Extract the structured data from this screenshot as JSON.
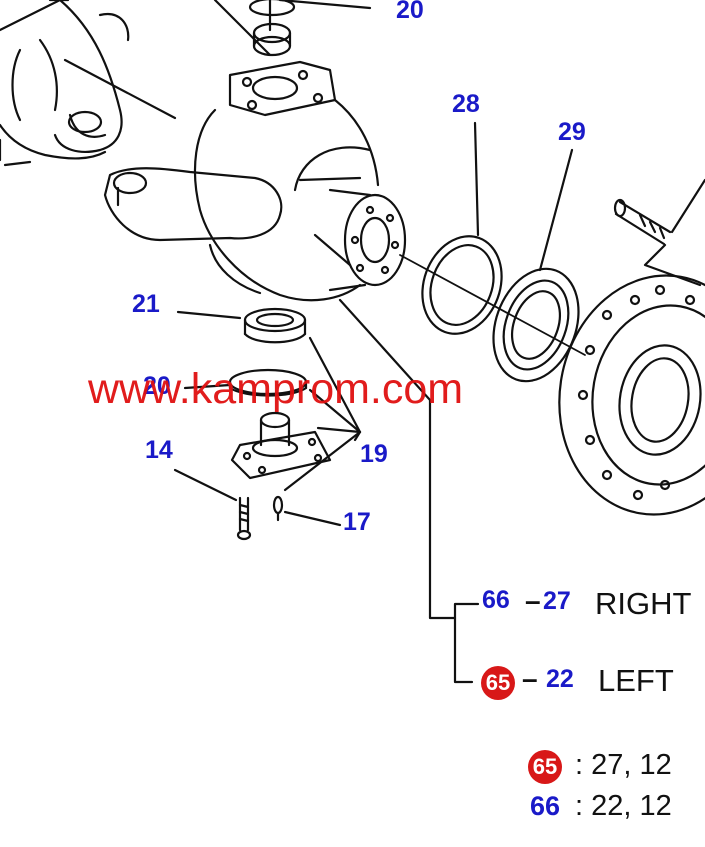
{
  "watermark": "www.kamprom.com",
  "callouts": {
    "p20_top": "20",
    "p28": "28",
    "p29": "29",
    "p21": "21",
    "p20_mid": "20",
    "p14": "14",
    "p19": "19",
    "p17": "17"
  },
  "variants": {
    "right": {
      "badge": "66",
      "dash": "–",
      "part": "27",
      "label": "RIGHT"
    },
    "left": {
      "badge": "65",
      "dash": "–",
      "part": "22",
      "label": "LEFT"
    }
  },
  "legend": [
    {
      "badge": "65",
      "text": ": 27, 12"
    },
    {
      "badge": "66",
      "text": ": 22, 12"
    }
  ],
  "colors": {
    "callout": "#1a1ac8",
    "badge": "#d81818",
    "watermark": "#e01010",
    "line": "#111111"
  }
}
